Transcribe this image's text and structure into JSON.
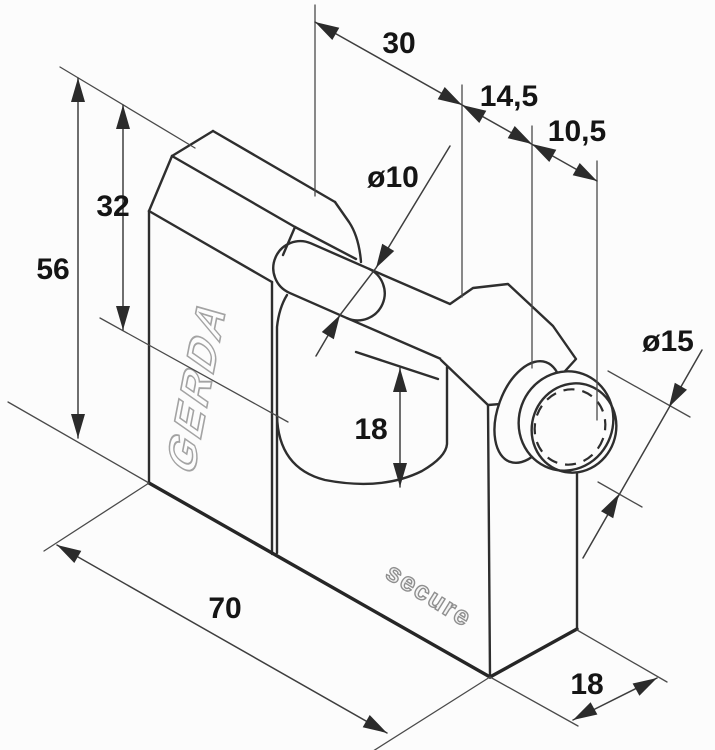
{
  "diagram": {
    "subject": "padlock-technical-drawing",
    "brand_text": "GERDA",
    "secondary_text": "secure",
    "dimensions": {
      "top_width": "30",
      "collar_depth": "14,5",
      "cap_depth": "10,5",
      "bolt_diameter": "ø10",
      "upper_height": "32",
      "total_height": "56",
      "cap_diameter": "ø15",
      "notch_height": "18",
      "body_width": "70",
      "body_depth": "18"
    },
    "colors": {
      "outline": "#2e2e2e",
      "dimension_line": "#3e3e3e",
      "label": "#151515",
      "emboss": "#a3a3a3",
      "background": "#fcfcfc"
    }
  }
}
